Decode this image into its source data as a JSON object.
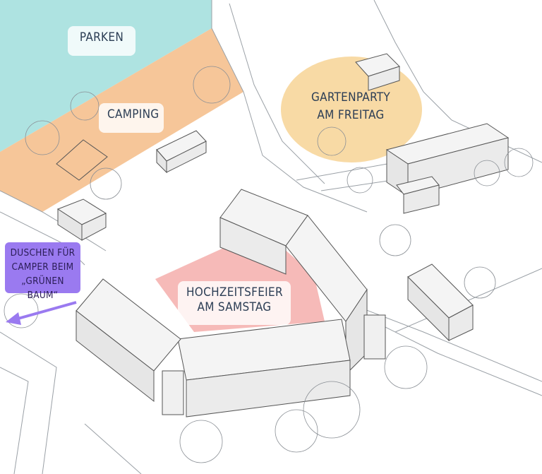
{
  "map": {
    "zones": [
      {
        "id": "parken",
        "label": "PARKEN",
        "color": "#aee3e1"
      },
      {
        "id": "camping",
        "label": "CAMPING",
        "color": "#f6c699"
      },
      {
        "id": "gartenparty",
        "label_line1": "GARTENPARTY",
        "label_line2": "AM FREITAG",
        "color": "#f8d8a0"
      },
      {
        "id": "hochzeit",
        "label_line1": "HOCHZEITSFEIER",
        "label_line2": "AM SAMSTAG",
        "color": "#f5b3b0"
      }
    ],
    "showers": {
      "line1": "DUSCHEN FÜR",
      "line2": "CAMPER BEIM",
      "line3": "„GRÜNEN BAUM“",
      "color": "#9a7af0"
    }
  }
}
